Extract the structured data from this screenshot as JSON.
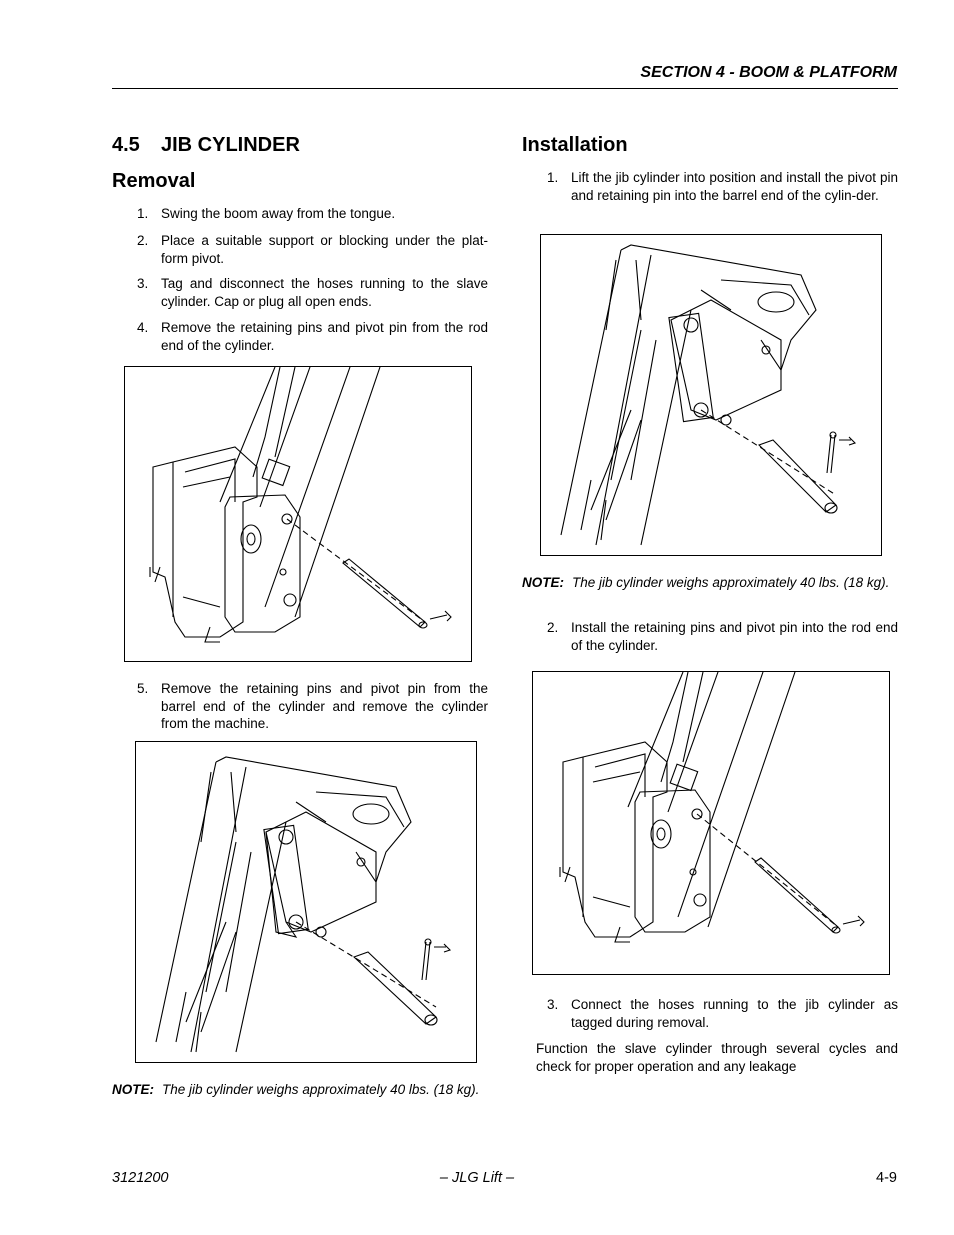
{
  "header": {
    "section_title": "SECTION 4 - BOOM & PLATFORM"
  },
  "left": {
    "heading_number": "4.5",
    "heading_title": "JIB CYLINDER",
    "removal_title": "Removal",
    "steps_a": [
      {
        "num": "1.",
        "text": "Swing the boom away from the tongue."
      },
      {
        "num": "2.",
        "text": "Place a suitable support or blocking under the plat-form pivot."
      },
      {
        "num": "3.",
        "text": "Tag and disconnect the hoses running to the slave cylinder. Cap or plug all open ends."
      },
      {
        "num": "4.",
        "text": "Remove the retaining pins and pivot pin from the rod end of the cylinder."
      }
    ],
    "step_5": {
      "num": "5.",
      "text": "Remove the retaining pins and pivot pin from the barrel end of the cylinder and remove the cylinder from the machine."
    },
    "note_label": "NOTE:",
    "note_text": "The jib cylinder weighs approximately 40 lbs. (18 kg)."
  },
  "right": {
    "installation_title": "Installation",
    "step_1": {
      "num": "1.",
      "text": "Lift the jib cylinder into position and install the pivot pin and retaining pin into the barrel end of the cylin-der."
    },
    "note_label": "NOTE:",
    "note_text": "The jib cylinder weighs approximately 40 lbs. (18 kg).",
    "step_2": {
      "num": "2.",
      "text": "Install the retaining pins and pivot pin into the rod end of the cylinder."
    },
    "step_3": {
      "num": "3.",
      "text": "Connect the hoses running to the jib cylinder as tagged during removal."
    },
    "closing": "Function the slave cylinder through several cycles and check for proper operation and any leakage"
  },
  "footer": {
    "doc_number": "3121200",
    "center": "– JLG Lift –",
    "page": "4-9"
  }
}
